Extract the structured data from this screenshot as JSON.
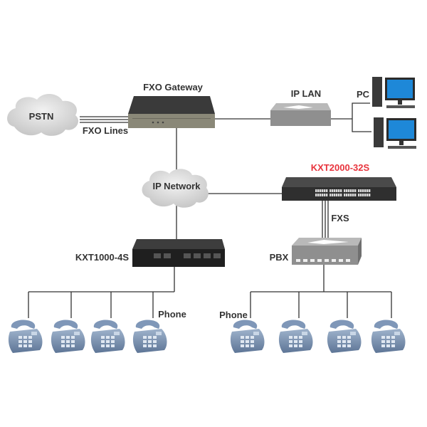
{
  "labels": {
    "pstn": "PSTN",
    "fxo_lines": "FXO Lines",
    "fxo_gateway": "FXO Gateway",
    "ip_lan": "IP LAN",
    "pc": "PC",
    "ip_network": "IP Network",
    "kxt2000": "KXT2000-32S",
    "fxs": "FXS",
    "pbx": "PBX",
    "kxt1000": "KXT1000-4S",
    "phone_left": "Phone",
    "phone_right": "Phone"
  },
  "colors": {
    "highlight": "#e8333c",
    "text": "#333333",
    "cloud": "#d2d2d2",
    "device": "#8f8f8f",
    "screen": "#1e88d8"
  }
}
